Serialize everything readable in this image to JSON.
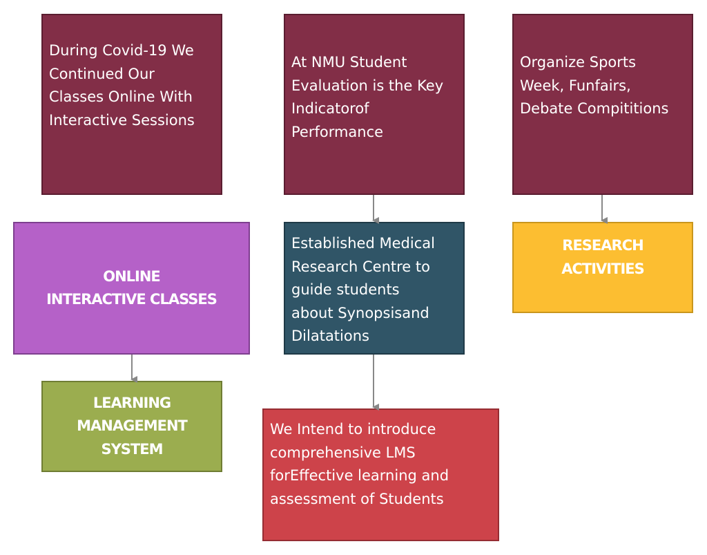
{
  "boxes": {
    "covid": [
      "During Covid-19 We",
      "Continued Our",
      "Classes Online With",
      "Interactive Sessions"
    ],
    "nmu": [
      "At NMU Student",
      "Evaluation is the Key",
      "Indicatorof",
      "Performance"
    ],
    "sports": [
      "Organize Sports",
      "Week, Funfairs,",
      "Debate Compititions"
    ],
    "online": [
      "ONLINE",
      "INTERACTIVE CLASSES"
    ],
    "medical": [
      "Established Medical",
      "Research Centre to",
      "guide students",
      "about Synopsisand",
      "Dilatations"
    ],
    "research": [
      "RESEARCH",
      "ACTIVITIES"
    ],
    "lms": [
      "LEARNING",
      "MANAGEMENT",
      "SYSTEM"
    ],
    "intend": [
      "We Intend to introduce",
      "comprehensive LMS",
      "forEffective learning and",
      "assessment of Students"
    ]
  },
  "colors": {
    "maroon": "#822e47",
    "purple": "#b561c8",
    "slate": "#305567",
    "yellow": "#fcbe31",
    "olive": "#9bad4f",
    "red": "#cd434a",
    "connector": "#888888"
  }
}
